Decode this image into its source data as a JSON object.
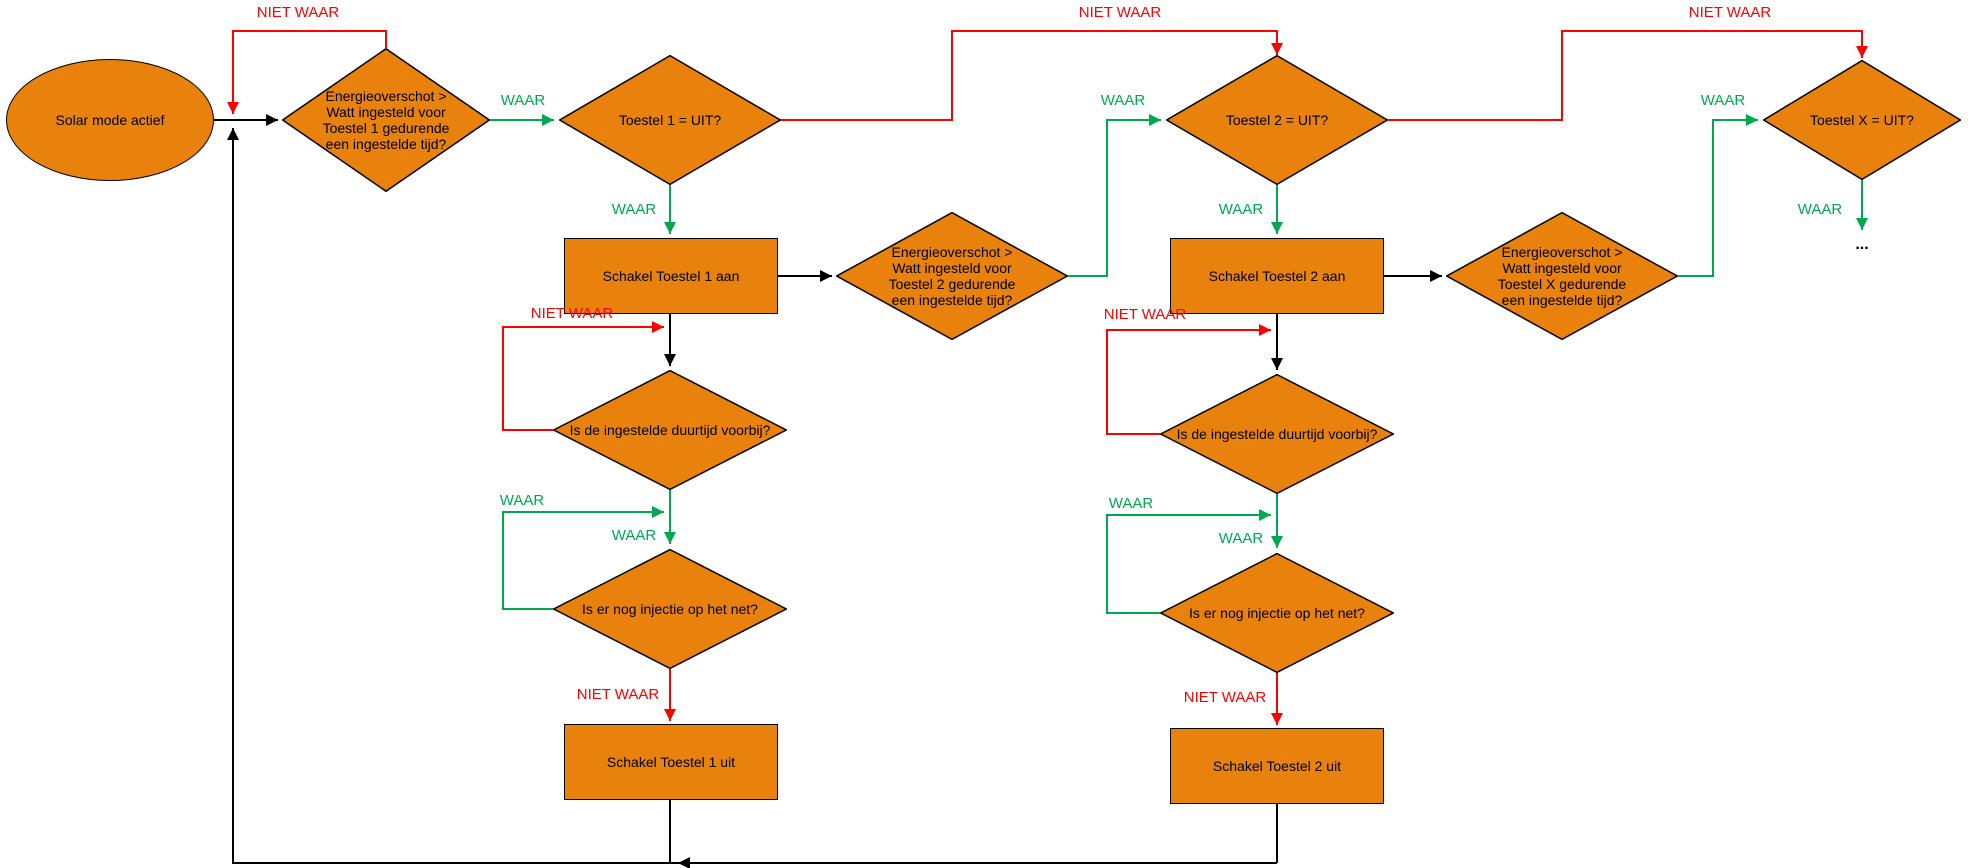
{
  "diagram": {
    "nodes": {
      "start": {
        "label": "Solar mode actief"
      },
      "check_energie_1": {
        "label": "Energieoverschot >\nWatt ingesteld voor\nToestel 1 gedurende\neen ingestelde tijd?"
      },
      "check_uit_1": {
        "label": "Toestel 1 = UIT?"
      },
      "aan_1": {
        "label": "Schakel Toestel 1 aan"
      },
      "check_energie_2": {
        "label": "Energieoverschot >\nWatt ingesteld voor\nToestel 2 gedurende\neen ingestelde tijd?"
      },
      "check_uit_2": {
        "label": "Toestel 2 = UIT?"
      },
      "aan_2": {
        "label": "Schakel Toestel 2 aan"
      },
      "check_energie_x": {
        "label": "Energieoverschot >\nWatt ingesteld voor\nToestel X gedurende\neen ingestelde tijd?"
      },
      "check_uit_x": {
        "label": "Toestel X = UIT?"
      },
      "duurtijd_1": {
        "label": "Is de ingestelde duurtijd voorbij?"
      },
      "injectie_1": {
        "label": "Is er nog injectie op het net?"
      },
      "uit_1": {
        "label": "Schakel Toestel 1 uit"
      },
      "duurtijd_2": {
        "label": "Is de ingestelde duurtijd voorbij?"
      },
      "injectie_2": {
        "label": "Is er nog injectie op het net?"
      },
      "uit_2": {
        "label": "Schakel Toestel 2 uit"
      },
      "meer": {
        "label": "..."
      }
    },
    "edge_labels": {
      "waar": "WAAR",
      "niet_waar": "NIET WAAR"
    },
    "colors": {
      "node_fill": "#E8820C",
      "node_border": "#000000",
      "edge_true": "#00A850",
      "edge_false": "#FF0000",
      "edge_black": "#000000"
    }
  }
}
